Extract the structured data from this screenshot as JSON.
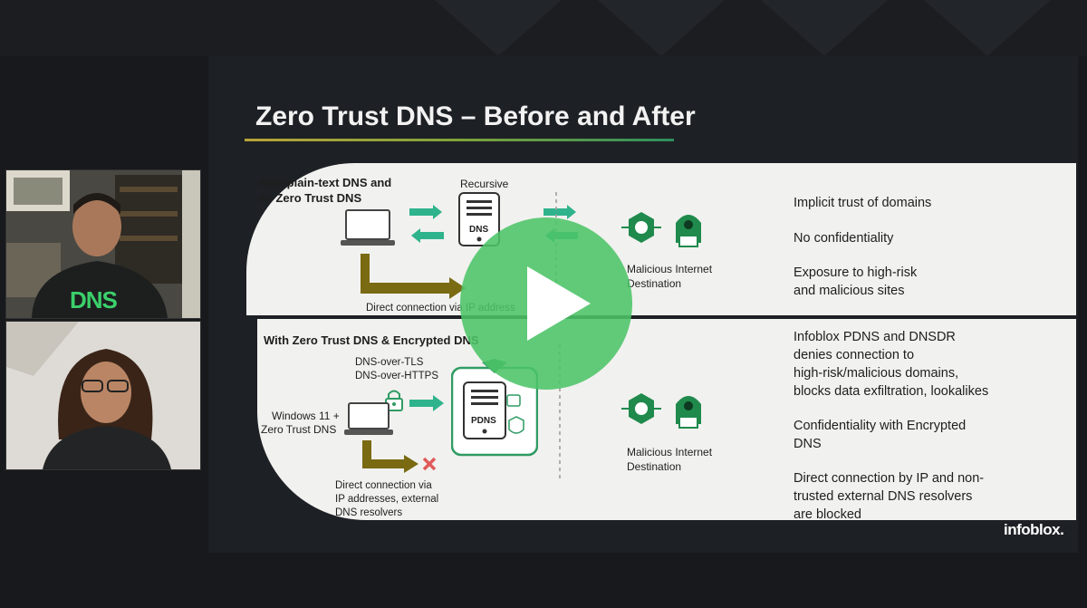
{
  "slide": {
    "title": "Zero Trust DNS – Before and After",
    "before": {
      "heading_line1": "With plain-text DNS and",
      "heading_line2": "no Zero Trust DNS",
      "recursive_label": "Recursive",
      "dns_label": "DNS",
      "direct_connection": "Direct connection via IP address",
      "malicious_line1": "Malicious Internet",
      "malicious_line2": "Destination",
      "points": [
        "Implicit trust of domains",
        "No confidentiality",
        "Exposure to high-risk",
        "and malicious sites"
      ]
    },
    "after": {
      "heading": "With Zero Trust DNS & Encrypted DNS",
      "protocol_line1": "DNS-over-TLS",
      "protocol_line2": "DNS-over-HTTPS",
      "client_line1": "Windows 11 +",
      "client_line2": "Zero Trust DNS",
      "pdns_label": "PDNS",
      "blocked_line1": "Direct connection via",
      "blocked_line2": "IP addresses, external",
      "blocked_line3": "DNS resolvers",
      "malicious_line1": "Malicious Internet",
      "malicious_line2": "Destination",
      "points": [
        "Infoblox PDNS and DNSDR",
        "denies connection to",
        "high-risk/malicious domains,",
        "blocks data exfiltration, lookalikes",
        "Confidentiality with Encrypted",
        "DNS",
        "Direct connection by IP and non-",
        "trusted external DNS resolvers",
        "are blocked"
      ]
    },
    "logo_text": "infoblox."
  },
  "participants": {
    "shirt_text": "DNS"
  },
  "colors": {
    "accent_green": "#2f9b63",
    "arrow_teal": "#2fb38c",
    "arrow_olive": "#7a6a12",
    "play_green": "#4cc468",
    "blocked_red": "#e05a5a"
  }
}
